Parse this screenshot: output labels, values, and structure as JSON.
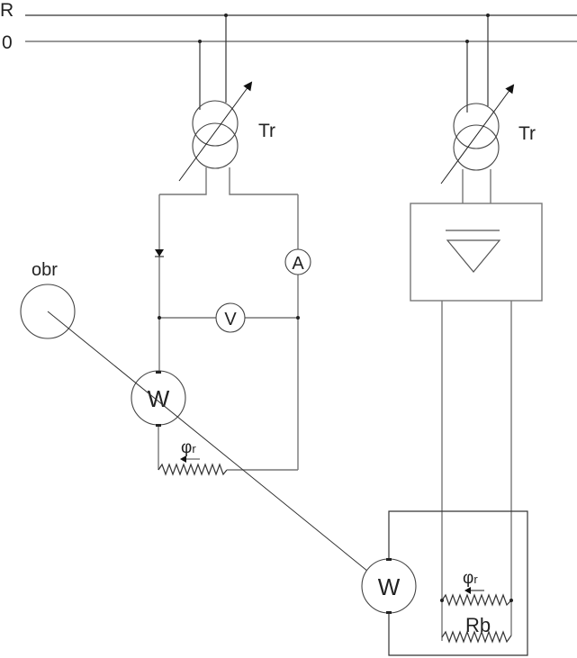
{
  "diagram": {
    "bus_labels": {
      "phase": "R",
      "neutral": "0"
    },
    "left_branch": {
      "transformer_label": "Tr",
      "ammeter_label": "A",
      "voltmeter_label": "V",
      "wattmeter_label": "W",
      "rheostat_label": "φr",
      "rheostat_label_base": "φ",
      "rheostat_label_sub": "r"
    },
    "right_branch": {
      "transformer_label": "Tr",
      "wattmeter_label": "W",
      "rheostat_label_base": "φ",
      "rheostat_label_sub": "r",
      "resistor_label": "Rb"
    },
    "phase_shifter": {
      "label": "obr"
    },
    "colors": {
      "line": "#333333",
      "background": "#ffffff"
    }
  }
}
